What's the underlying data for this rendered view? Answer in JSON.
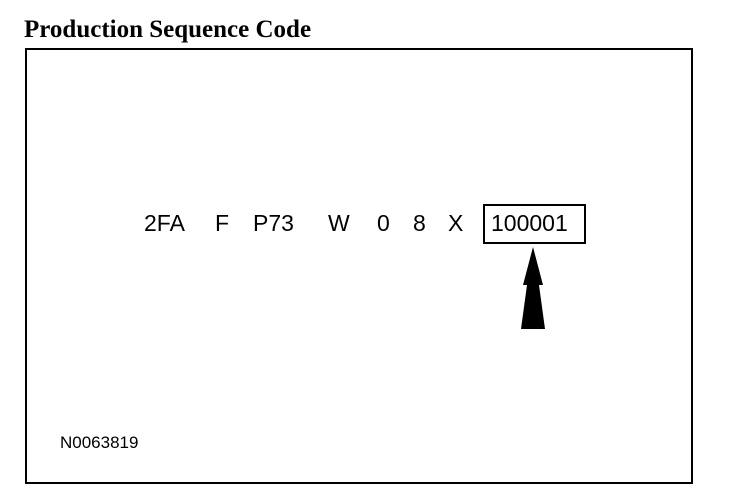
{
  "title": "Production Sequence Code",
  "code": {
    "segments": [
      "2FA",
      "F",
      "P73",
      "W",
      "0",
      "8",
      "X"
    ],
    "sequence_number": "100001"
  },
  "figure_id": "N0063819",
  "colors": {
    "ink": "#000000",
    "background": "#ffffff"
  },
  "icons": {
    "pointer": "arrow-up-icon"
  }
}
